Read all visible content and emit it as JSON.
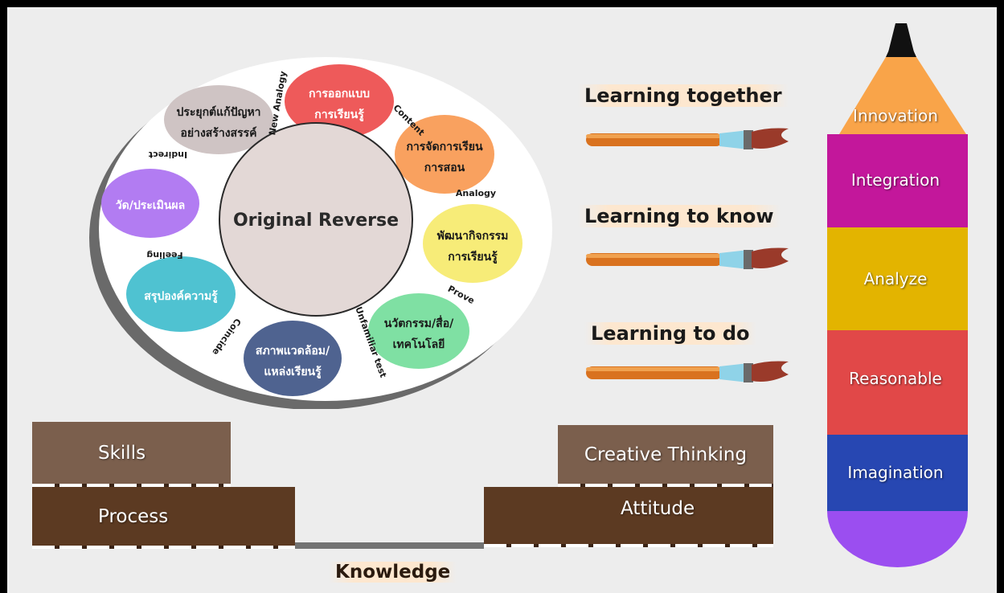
{
  "wheel": {
    "center_label": "Original Reverse",
    "bubbles": [
      {
        "line1": "การออกแบบ",
        "line2": "การเรียนรู้",
        "color": "#ee5a5a"
      },
      {
        "line1": "การจัดการเรียน",
        "line2": "การสอน",
        "color": "#f9a15f"
      },
      {
        "line1": "พัฒนากิจกรรม",
        "line2": "การเรียนรู้",
        "color": "#f7ec78"
      },
      {
        "line1": "นวัตกรรม/สื่อ/",
        "line2": "เทคโนโลยี",
        "color": "#7fe0a3"
      },
      {
        "line1": "สภาพแวดล้อม/",
        "line2": "แหล่งเรียนรู้",
        "color": "#4f6390"
      },
      {
        "line1": "สรุปองค์ความรู้",
        "line2": "",
        "color": "#4fc2d1"
      },
      {
        "line1": "วัด/ประเมินผล",
        "line2": "",
        "color": "#b27cf2"
      },
      {
        "line1": "ประยุกต์แก้ปัญหา",
        "line2": "อย่างสร้างสรรค์",
        "color": "#cfc4c4"
      }
    ],
    "connectors": [
      "New Analogy",
      "Content",
      "Analogy",
      "Prove",
      "Unfamiliar test",
      "Coincide",
      "Feeling",
      "Indirect"
    ]
  },
  "learning": {
    "together": "Learning together",
    "know": "Learning to know",
    "do": "Learning to do"
  },
  "blocks": {
    "skills": "Skills",
    "process": "Process",
    "creative": "Creative Thinking",
    "attitude": "Attitude",
    "knowledge": "Knowledge"
  },
  "pencil": {
    "innovation": "Innovation",
    "integration": "Integration",
    "analyze": "Analyze",
    "reasonable": "Reasonable",
    "imagination": "Imagination"
  },
  "colors": {
    "pencil_tip": "#f9a449",
    "integration": "#c3179b",
    "analyze": "#e3b400",
    "reasonable": "#e14848",
    "imagination": "#2747b2",
    "eraser": "#9b4ef0",
    "block_light": "#7b5f4d",
    "block_dark": "#5c3a22"
  }
}
